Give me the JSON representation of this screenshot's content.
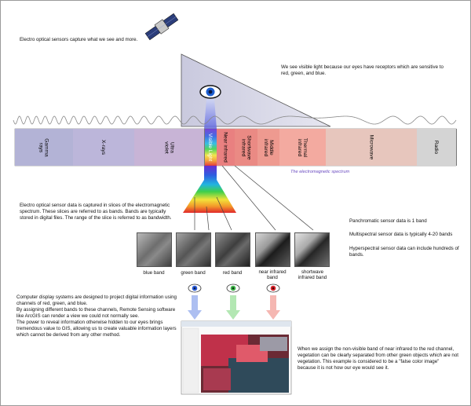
{
  "captions": {
    "top_left": "Electro optical sensors capture what we see and more.",
    "top_right": "We see visible light because our eyes have receptors which are sensitive to red, green, and blue.",
    "spectrum_caption": "The electromagnetic spectrum",
    "slices": "Electro optical sensor data is captured in slices of the electromagnetic spectrum. These slices are referred to as bands. Bands are typically stored in digital files. The range of the slice is referred to as bandwidth.",
    "panchromatic": "Panchromatic sensor data is 1 band",
    "multispectral": "Multispectral sensor data is typically 4-20 bands",
    "hyperspectral": "Hyperspectral sensor data can include hundreds of bands.",
    "display_1": "Computer display systems are designed to project digital information using channels of red, green, and blue.",
    "display_2": "By assigning different bands to these channels, Remote Sensing software like ArcGIS can render a view we could not normally see.",
    "display_3": "The power to reveal information otherwise hidden to our eyes brings tremendous value to GIS, allowing us to create valuable information layers which cannot be derived from any other method.",
    "false_color": "When we assign the non-visible band of near infrared to the red channel, vegetation can be clearly separated from other green objects which are not vegetation. This example is considered to be a \"false color image\" because it is not how our eye would see it."
  },
  "spectrum_bands": [
    {
      "label": "Gamma\nrays",
      "color": "#b3b3d6"
    },
    {
      "label": "X-rays",
      "color": "#bcb6da"
    },
    {
      "label": "Ultra\nviolet",
      "color": "#c8b4d6"
    },
    {
      "label": "Visible Light",
      "color": "#ffffff"
    },
    {
      "label": "Near infrared",
      "color": "#e98080"
    },
    {
      "label": "Shortwave\ninfrared",
      "color": "#ea8a84"
    },
    {
      "label": "Middle\ninfrared",
      "color": "#ee9a90"
    },
    {
      "label": "Thermal\ninfrared",
      "color": "#f3aaa0"
    },
    {
      "label": "Microwave",
      "color": "#e7c6bd"
    },
    {
      "label": "Radio",
      "color": "#d4d4d4"
    }
  ],
  "band_images": [
    {
      "label": "blue band"
    },
    {
      "label": "green band"
    },
    {
      "label": "red band"
    },
    {
      "label": "near infrared band"
    },
    {
      "label": "shortwave infrared band"
    }
  ],
  "channel_colors": {
    "blue": "#2a5bd8",
    "green": "#3fb64a",
    "red": "#d8232a"
  }
}
